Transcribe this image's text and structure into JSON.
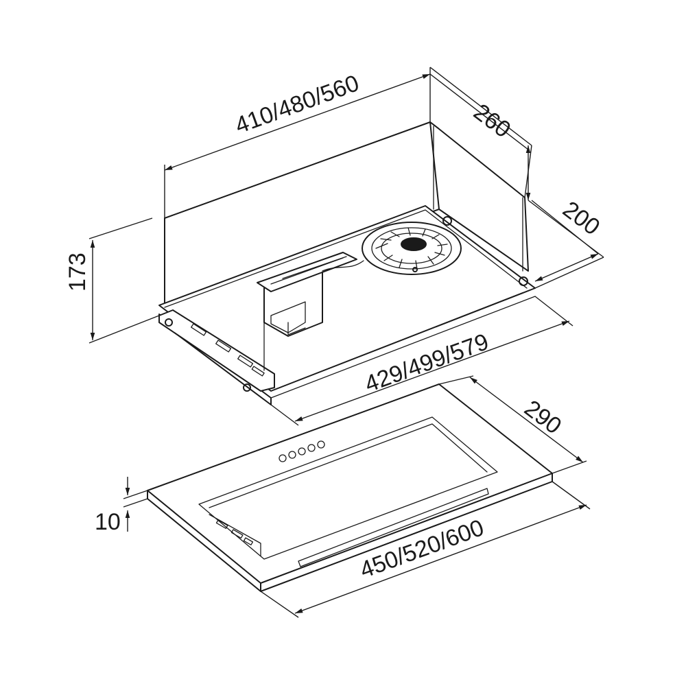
{
  "dimensions": {
    "width_top": "410/480/560",
    "depth_top": "260",
    "height": "173",
    "depth_inner": "200",
    "width_frame": "429/499/579",
    "depth_panel": "290",
    "panel_thickness": "10",
    "width_panel": "450/520/600"
  },
  "colors": {
    "line": "#1a1a1a",
    "background": "#ffffff"
  }
}
